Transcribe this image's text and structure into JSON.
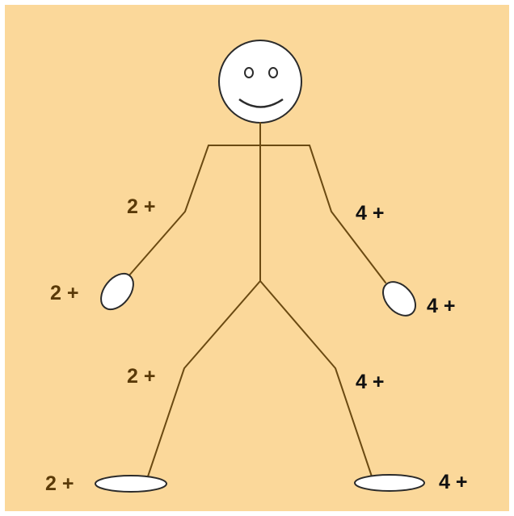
{
  "colors": {
    "background": "#fbd89a",
    "line": "#6b4a12",
    "outline": "#2b2b2b",
    "fill": "#ffffff",
    "label_left": "#5a3a08",
    "label_right": "#111111"
  },
  "labels": {
    "left_upper_arm": "2 +",
    "left_hand": "2 +",
    "left_upper_leg": "2 +",
    "left_foot": "2 +",
    "right_upper_arm": "4 +",
    "right_hand": "4 +",
    "right_upper_leg": "4 +",
    "right_foot": "4 +"
  }
}
